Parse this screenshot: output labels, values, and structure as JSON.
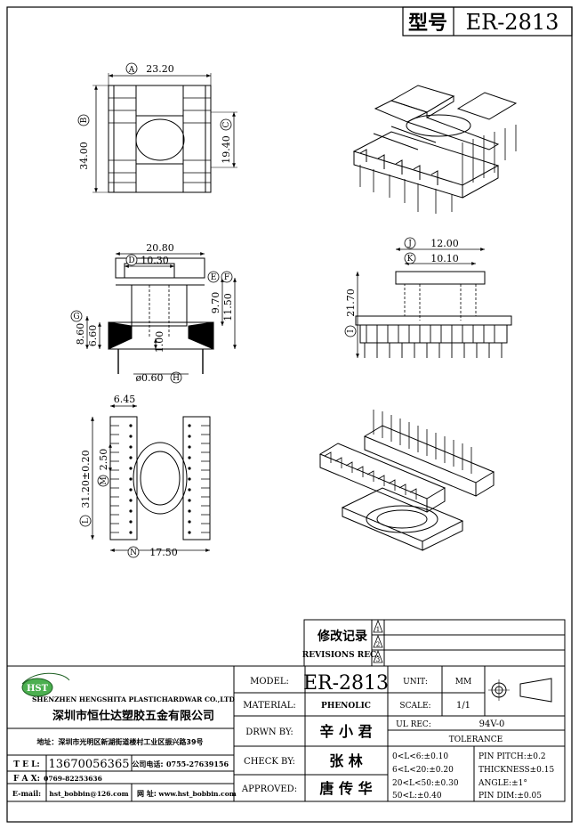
{
  "title_block": {
    "label": "型号",
    "part_no": "ER-2813"
  },
  "dimensions": {
    "A": {
      "letter": "A",
      "value": "23.20"
    },
    "B": {
      "letter": "B",
      "value": "34.00"
    },
    "C": {
      "letter": "C",
      "value": "19.40"
    },
    "D": {
      "letter": "D",
      "value": "10.30",
      "top": "20.80"
    },
    "E": {
      "letter": "E"
    },
    "F": {
      "letter": "F"
    },
    "e_val": "9.70",
    "f_val": "11.50",
    "G": {
      "letter": "G",
      "value": "8.60"
    },
    "g_inner": "6.60",
    "g_small": "1.00",
    "H": {
      "letter": "H",
      "value": "ø0.60"
    },
    "J": {
      "letter": "J",
      "value": "12.00"
    },
    "K": {
      "letter": "K",
      "value": "10.10"
    },
    "I": {
      "letter": "I",
      "value": "21.70"
    },
    "top_645": "6.45",
    "L": {
      "letter": "L",
      "value": "31.20±0.20"
    },
    "M": {
      "letter": "M",
      "value": "2.50"
    },
    "N": {
      "letter": "N",
      "value": "17.50"
    }
  },
  "revisions": {
    "title_cn": "修改记录",
    "title_en": "REVISIONS REC.",
    "rows": [
      "1",
      "2",
      "3"
    ]
  },
  "company": {
    "logo": "HST",
    "name_en": "SHENZHEN HENGSHITA PLASTICHARDWAR CO.,LTD",
    "name_cn": "深圳市恒仕达塑胶五金有限公司",
    "address": "地址：深圳市光明区新湖街道楼村工业区振兴路39号",
    "tel_label": "T E L:",
    "tel": "13670056365",
    "company_phone_label": "公司电话:",
    "company_phone": "0755-27639156",
    "fax_label": "F A X:",
    "fax": "0769-82253636",
    "email_label": "E-mail:",
    "email": "hst_bobbin@126.com",
    "web_label": "网 址:",
    "web": "www.hst_bobbin.com"
  },
  "info": {
    "model_label": "MODEL:",
    "model": "ER-2813",
    "material_label": "MATERIAL:",
    "material": "PHENOLIC",
    "drawn_label": "DRWN BY:",
    "drawn": "辛 小 君",
    "check_label": "CHECK BY:",
    "check": "张   林",
    "approved_label": "APPROVED:",
    "approved": "唐 传 华",
    "unit_label": "UNIT:",
    "unit": "MM",
    "scale_label": "SCALE:",
    "scale": "1/1",
    "ul_label": "UL REC:",
    "ul": "94V-0",
    "tolerance_label": "TOLERANCE",
    "tol_left": [
      "0<L<6:±0.10",
      "6<L<20:±0.20",
      "20<L<50:±0.30",
      "50<L:±0.40"
    ],
    "tol_right": [
      "PIN PITCH:±0.2",
      "THICKNESS±0.15",
      "ANGLE:±1°",
      "PIN DIM:±0.05"
    ]
  }
}
